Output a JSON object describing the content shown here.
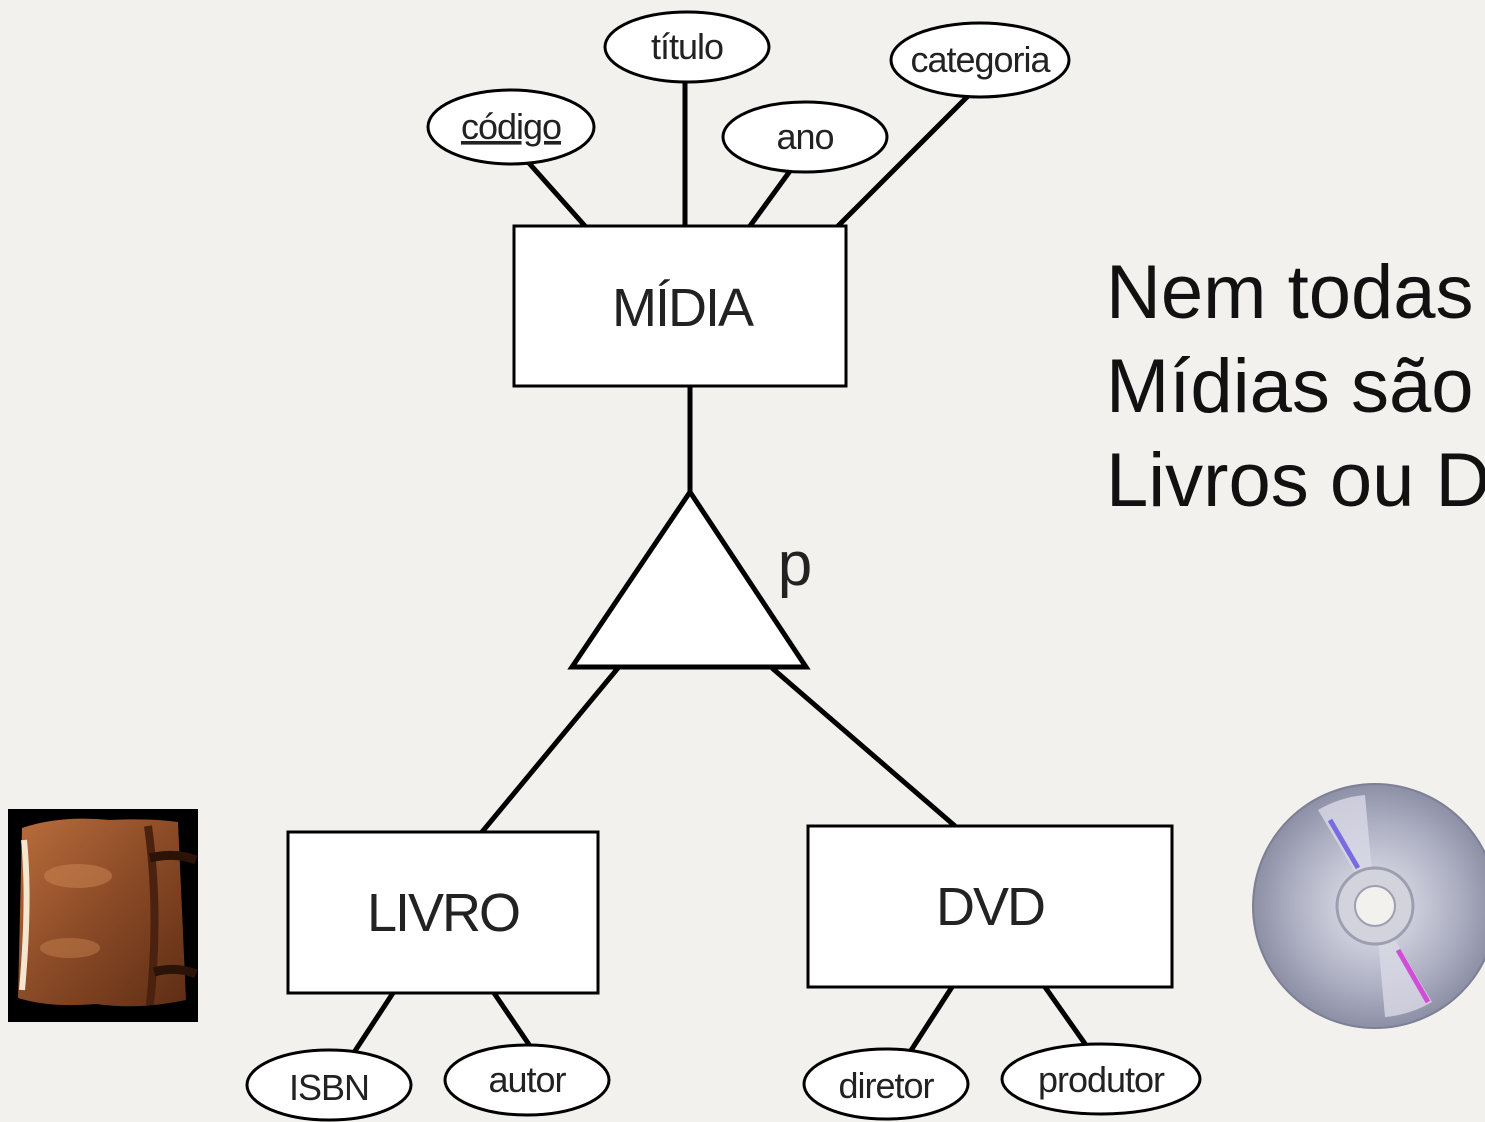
{
  "diagram": {
    "superclass": {
      "label": "MÍDIA"
    },
    "attributes_midia": [
      {
        "label": "código",
        "key": true
      },
      {
        "label": "título"
      },
      {
        "label": "ano"
      },
      {
        "label": "categoria"
      }
    ],
    "specialization": {
      "label": "p"
    },
    "subclasses": [
      {
        "label": "LIVRO",
        "attributes": [
          "ISBN",
          "autor"
        ]
      },
      {
        "label": "DVD",
        "attributes": [
          "diretor",
          "produtor"
        ]
      }
    ]
  },
  "note": {
    "lines": [
      "Nem todas",
      "Mídias são",
      "Livros ou D"
    ]
  },
  "icons": [
    "book-icon",
    "dvd-disc-icon"
  ],
  "colors": {
    "background": "#f3f1ee",
    "stroke": "#000000",
    "book": "#8a4a26",
    "disc": "#a8aabf"
  }
}
